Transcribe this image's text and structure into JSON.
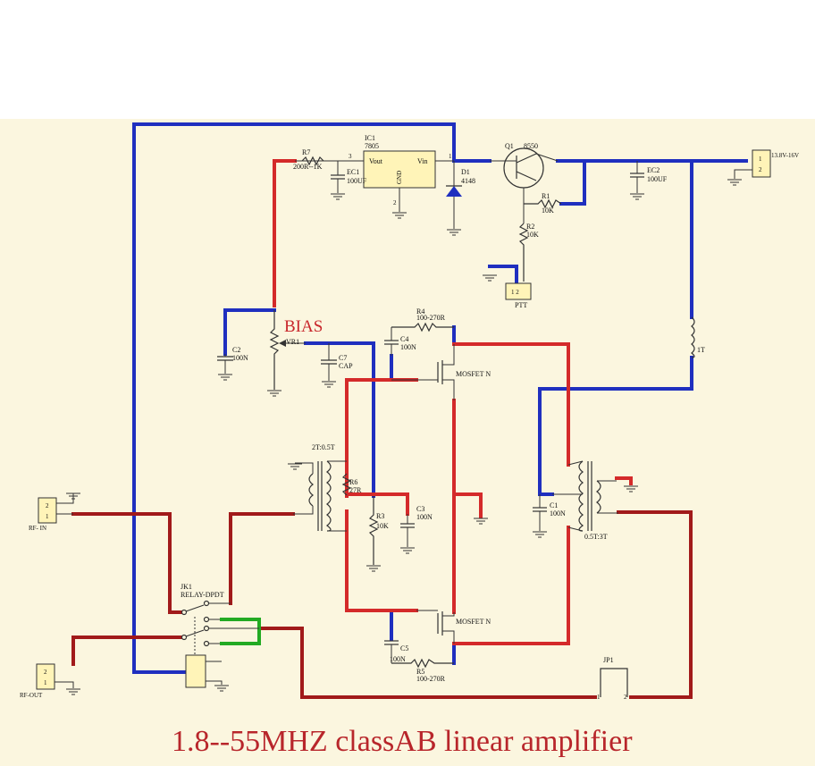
{
  "title": "1.8--55MHZ classAB  linear amplifier",
  "bias_label": "BIAS",
  "components": {
    "ic1": {
      "ref": "IC1",
      "value": "7805",
      "vout": "Vout",
      "vin": "Vin",
      "gnd": "GND",
      "pin1": "1",
      "pin2": "2",
      "pin3": "3"
    },
    "r7": {
      "ref": "R7",
      "value": "200R--1K"
    },
    "ec1": {
      "ref": "EC1",
      "value": "100UF"
    },
    "d1": {
      "ref": "D1",
      "value": "4148"
    },
    "q1": {
      "ref": "Q1",
      "value": "8550"
    },
    "r1": {
      "ref": "R1",
      "value": "10K"
    },
    "r2": {
      "ref": "R2",
      "value": "10K"
    },
    "ptt": {
      "ref": "PTT",
      "pins": "1 2"
    },
    "ec2": {
      "ref": "EC2",
      "value": "100UF"
    },
    "power": {
      "label": "13.8V-16V",
      "pin1": "1",
      "pin2": "2"
    },
    "l1t": {
      "ref": "1T"
    },
    "c2": {
      "ref": "C2",
      "value": "100N"
    },
    "vr1": {
      "ref": "VR1"
    },
    "c7": {
      "ref": "C7",
      "value": "CAP"
    },
    "r4": {
      "ref": "R4",
      "value": "100-270R"
    },
    "c4": {
      "ref": "C4",
      "value": "100N"
    },
    "mosfet1": {
      "ref": "MOSFET N"
    },
    "t1": {
      "ref": "2T:0.5T"
    },
    "r6": {
      "ref": "R6",
      "value": "27R"
    },
    "r3": {
      "ref": "R3",
      "value": "10K"
    },
    "c3": {
      "ref": "C3",
      "value": "100N"
    },
    "c1": {
      "ref": "C1",
      "value": "100N"
    },
    "t2": {
      "ref": "0.5T:3T"
    },
    "rfin": {
      "ref": "RF- IN",
      "pin2": "2",
      "pin1": "1"
    },
    "jk1": {
      "ref": "JK1",
      "value": "RELAY-DPDT"
    },
    "mosfet2": {
      "ref": "MOSFET N"
    },
    "c5": {
      "ref": "C5",
      "value": "100N"
    },
    "r5": {
      "ref": "R5",
      "value": "100-270R"
    },
    "jp1": {
      "ref": "JP1",
      "pin1": "1",
      "pin2": "2"
    },
    "rfout": {
      "ref": "RF-OUT",
      "pin2": "2",
      "pin1": "1"
    }
  }
}
